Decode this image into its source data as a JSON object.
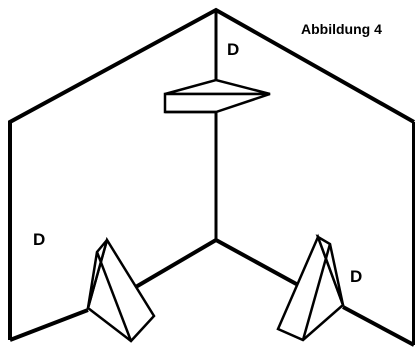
{
  "figure": {
    "caption": "Abbildung 4"
  },
  "labels": {
    "top_mirror": "D",
    "left_wall": "D",
    "right_mirror": "D"
  },
  "colors": {
    "ink": "#000000",
    "paper": "#ffffff"
  }
}
